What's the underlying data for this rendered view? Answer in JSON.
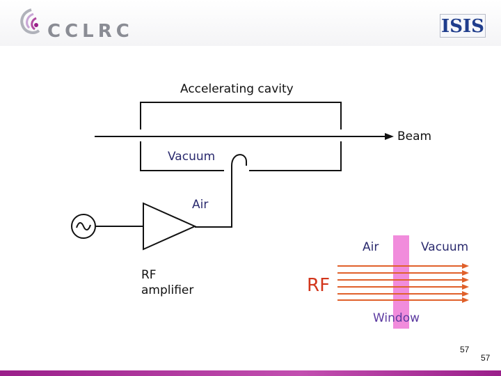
{
  "header": {
    "brand": "CCLRC",
    "isis_logo": "ISIS"
  },
  "diagram": {
    "cavity_label": "Accelerating cavity",
    "beam_label": "Beam",
    "vacuum_left_label": "Vacuum",
    "air_amp_label": "Air",
    "amplifier_label_line1": "RF",
    "amplifier_label_line2": "amplifier",
    "window_air_label": "Air",
    "window_vacuum_label": "Vacuum",
    "rf_label": "RF",
    "window_label": "Window"
  },
  "page_number_inner": "57",
  "page_number_outer": "57",
  "icons": [
    "cclrc-swirl-icon",
    "ac-source-icon",
    "amplifier-triangle-icon",
    "coupling-loop-icon"
  ],
  "colors": {
    "window": "#f080d8",
    "rf_arrows": "#e0602a",
    "footer": "#9a1f8a",
    "isis_blue": "#1f3d8c"
  }
}
